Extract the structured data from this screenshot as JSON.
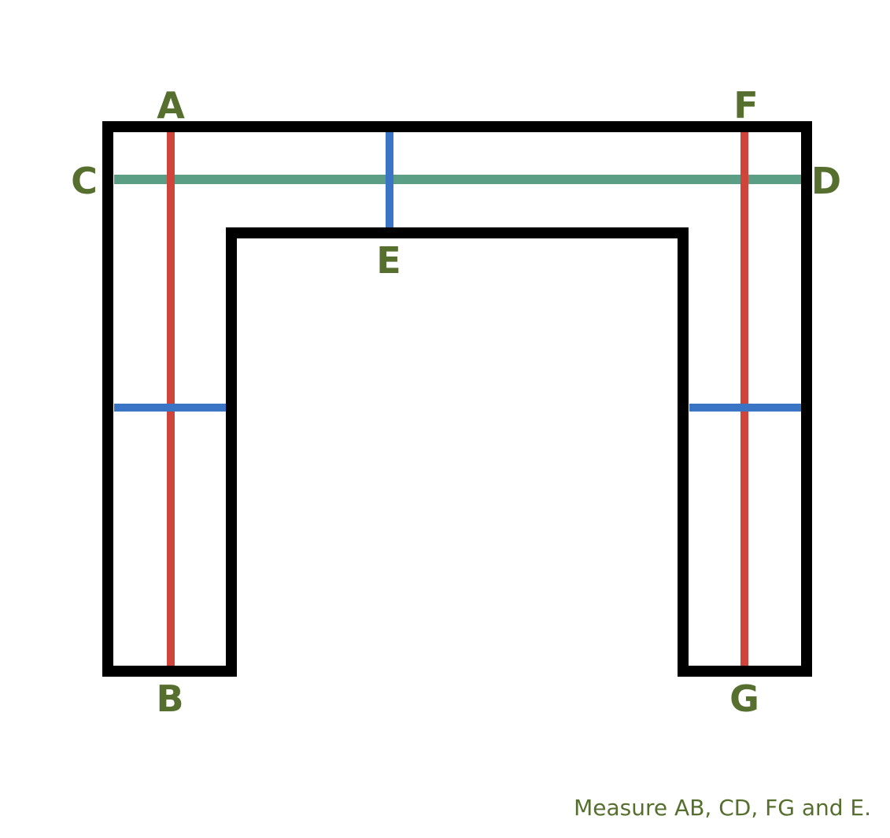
{
  "labels": {
    "a": "A",
    "b": "B",
    "c": "C",
    "d": "D",
    "e": "E",
    "f": "F",
    "g": "G"
  },
  "caption": "Measure AB, CD, FG and E.",
  "colors": {
    "outline": "#000000",
    "ab_fg_lines": "#d0453b",
    "cd_line": "#5a9e86",
    "e_lines": "#3a74c4",
    "label_text": "#566f2e"
  }
}
